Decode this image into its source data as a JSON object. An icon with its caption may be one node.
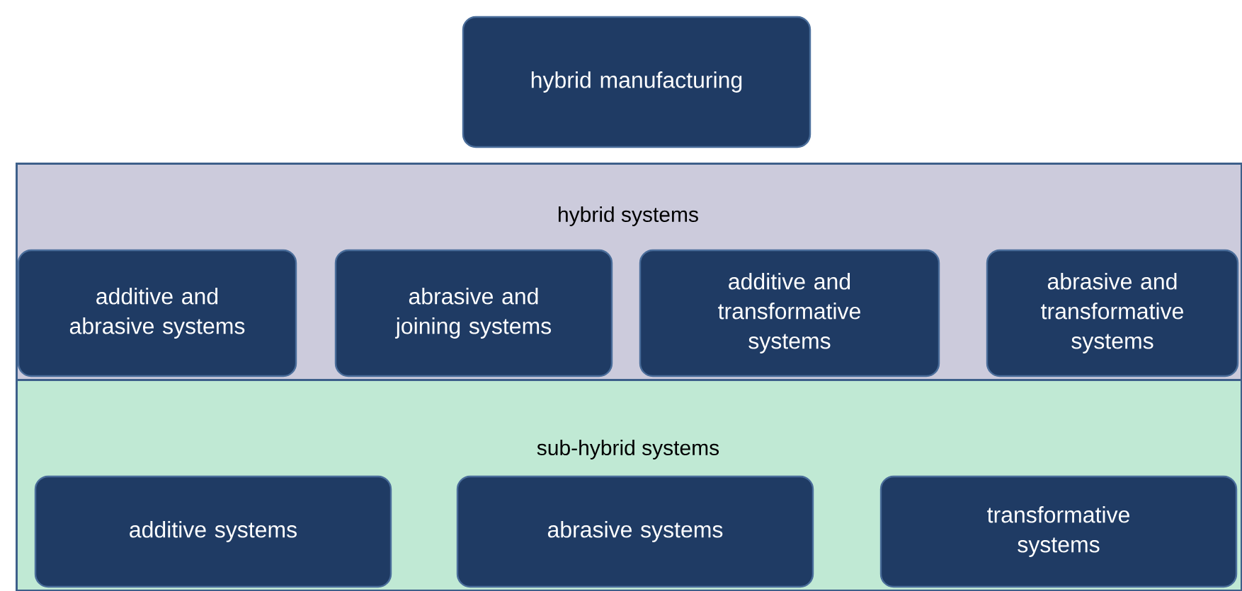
{
  "diagram": {
    "nodes": [
      {
        "text": [
          "hybrid manufacturing"
        ]
      },
      {
        "text": [
          "hybrid systems"
        ]
      },
      {
        "text": [
          "additive and abrasive systems"
        ],
        "in": 1
      },
      {
        "text": [
          "abrasive and joining systems"
        ],
        "in": 1
      },
      {
        "text": [
          "additive and transformative systems"
        ],
        "in": 1
      },
      {
        "text": [
          "abrasive and transformative systems"
        ],
        "in": 1
      },
      {
        "text": [
          "sub-hybrid systems"
        ]
      },
      {
        "text": [
          "additive systems"
        ],
        "in": 6
      },
      {
        "text": [
          "abrasive systems"
        ],
        "in": 6
      },
      {
        "text": [
          "transformative systems"
        ],
        "in": 6
      }
    ],
    "edges": []
  }
}
